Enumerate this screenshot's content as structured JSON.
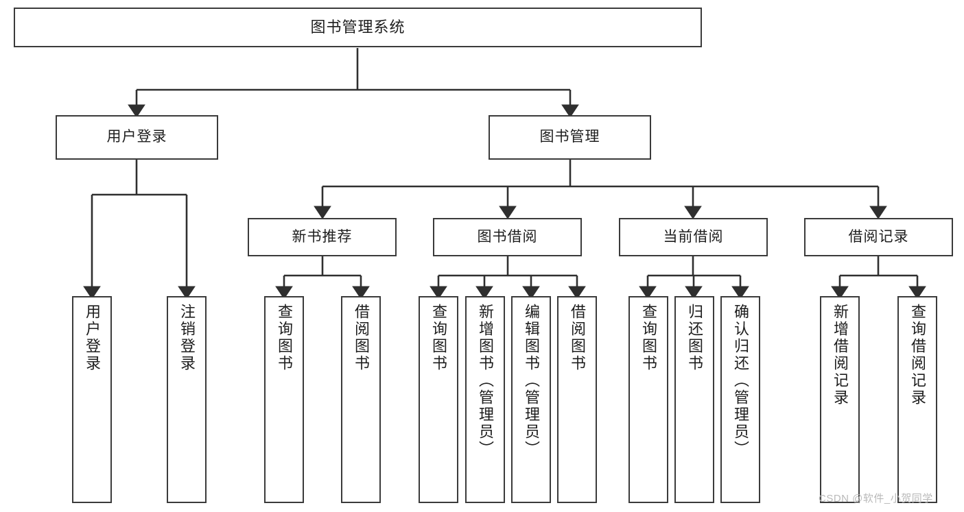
{
  "diagram": {
    "type": "tree-hierarchy",
    "title": "图书管理系统",
    "watermark": "CSDN @软件_小贺同学",
    "colors": {
      "box_border": "#3a3a3a",
      "box_fill": "#ffffff",
      "connector": "#2f2f2f",
      "text": "#1d1d1d",
      "watermark": "#b9b9b9",
      "background": "#ffffff"
    },
    "levels": [
      {
        "level": 1,
        "orientation": "horizontal"
      },
      {
        "level": 2,
        "orientation": "horizontal"
      },
      {
        "level": 3,
        "orientation": "horizontal"
      },
      {
        "level": 4,
        "orientation": "vertical"
      }
    ],
    "nodes": {
      "root": {
        "id": "root",
        "label": "图书管理系统",
        "level": 1
      },
      "l2": [
        {
          "id": "user-login",
          "label": "用户登录",
          "level": 2
        },
        {
          "id": "book-manage",
          "label": "图书管理",
          "level": 2
        }
      ],
      "l3": [
        {
          "id": "new-book-rec",
          "label": "新书推荐",
          "level": 3,
          "parent": "book-manage"
        },
        {
          "id": "book-borrow",
          "label": "图书借阅",
          "level": 3,
          "parent": "book-manage"
        },
        {
          "id": "current-borrow",
          "label": "当前借阅",
          "level": 3,
          "parent": "book-manage"
        },
        {
          "id": "borrow-record",
          "label": "借阅记录",
          "level": 3,
          "parent": "book-manage"
        }
      ],
      "leaves": [
        {
          "id": "leaf-user-login",
          "label": "用户登录",
          "parent": "user-login"
        },
        {
          "id": "leaf-logout-login",
          "label": "注销登录",
          "parent": "user-login"
        },
        {
          "id": "leaf-query-book-1",
          "label": "查询图书",
          "parent": "new-book-rec"
        },
        {
          "id": "leaf-borrow-book-1",
          "label": "借阅图书",
          "parent": "new-book-rec"
        },
        {
          "id": "leaf-query-book-2",
          "label": "查询图书",
          "parent": "book-borrow"
        },
        {
          "id": "leaf-add-book",
          "label": "新增图书（管理员）",
          "parent": "book-borrow"
        },
        {
          "id": "leaf-edit-book",
          "label": "编辑图书（管理员）",
          "parent": "book-borrow"
        },
        {
          "id": "leaf-borrow-book-2",
          "label": "借阅图书",
          "parent": "book-borrow"
        },
        {
          "id": "leaf-query-book-3",
          "label": "查询图书",
          "parent": "current-borrow"
        },
        {
          "id": "leaf-return-book",
          "label": "归还图书",
          "parent": "current-borrow"
        },
        {
          "id": "leaf-confirm-return",
          "label": "确认归还（管理员）",
          "parent": "current-borrow"
        },
        {
          "id": "leaf-add-record",
          "label": "新增借阅记录",
          "parent": "borrow-record"
        },
        {
          "id": "leaf-query-record",
          "label": "查询借阅记录",
          "parent": "borrow-record"
        }
      ]
    }
  }
}
